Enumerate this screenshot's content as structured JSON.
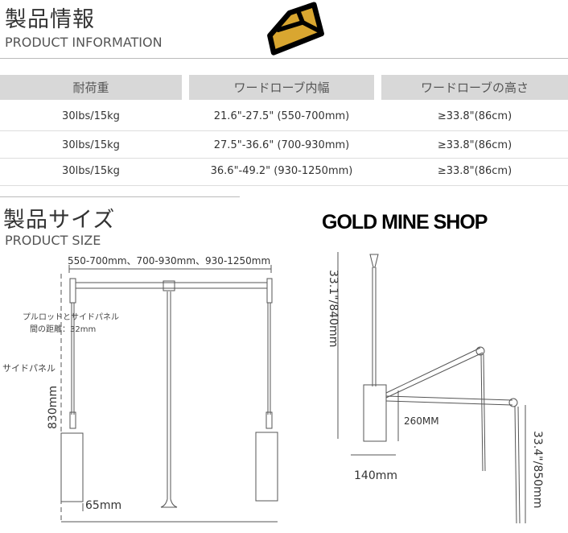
{
  "info": {
    "title_jp": "製品情報",
    "title_en": "PRODUCT INFORMATION",
    "headers": [
      "耐荷重",
      "ワードローブ内幅",
      "ワードローブの高さ"
    ],
    "rows": [
      [
        "30lbs/15kg",
        "21.6\"-27.5\" (550-700mm)",
        "≥33.8\"(86cm)"
      ],
      [
        "30lbs/15kg",
        "27.5\"-36.6\" (700-930mm)",
        "≥33.8\"(86cm)"
      ],
      [
        "30lbs/15kg",
        "36.6\"-49.2\" (930-1250mm)",
        "≥33.8\"(86cm)"
      ]
    ]
  },
  "size": {
    "title_jp": "製品サイズ",
    "title_en": "PRODUCT SIZE",
    "width_label": "550-700mm、700-930mm、930-1250mm",
    "gap_note_1": "プルロッドとサイドパネル",
    "gap_note_2": "間の距離：32mm",
    "side_panel": "サイドパネル",
    "height_830": "830mm",
    "width_65": "65mm",
    "height_840": "33.1\"/840mm",
    "depth_260": "260MM",
    "width_140": "140mm",
    "height_850": "33.4\"/850mm"
  },
  "watermark": {
    "text": "GOLD MINE SHOP",
    "logo": "gold-bar-logo",
    "gold": "#d9a630"
  }
}
